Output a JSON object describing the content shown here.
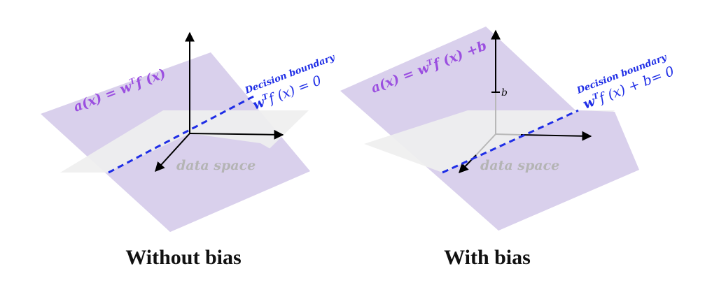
{
  "left_panel": {
    "caption": "Without bias",
    "activation_label": "a(x) = w",
    "activation_sup": "T",
    "activation_rest": "f (x)",
    "boundary_title": "Decision boundary",
    "boundary_eq_w": "w",
    "boundary_eq_sup": "T",
    "boundary_eq_rest": "f (x) = 0",
    "data_space_label": "data space"
  },
  "right_panel": {
    "caption": "With bias",
    "activation_label": "a(x) = w",
    "activation_sup": "T",
    "activation_rest": "f (x) +b",
    "boundary_title": "Decision boundary",
    "boundary_eq_w": "w",
    "boundary_eq_sup": "T",
    "boundary_eq_rest": "f (x) + b= 0",
    "data_space_label": "data space",
    "bias_tick_label": "b"
  },
  "colors": {
    "activation_plane": "#d9d0ec",
    "data_plane": "#efefef",
    "boundary_line": "#1f2ee6",
    "activation_text": "#9b4fe0",
    "axis": "#000000",
    "hidden_axis": "#b8b8b8"
  }
}
